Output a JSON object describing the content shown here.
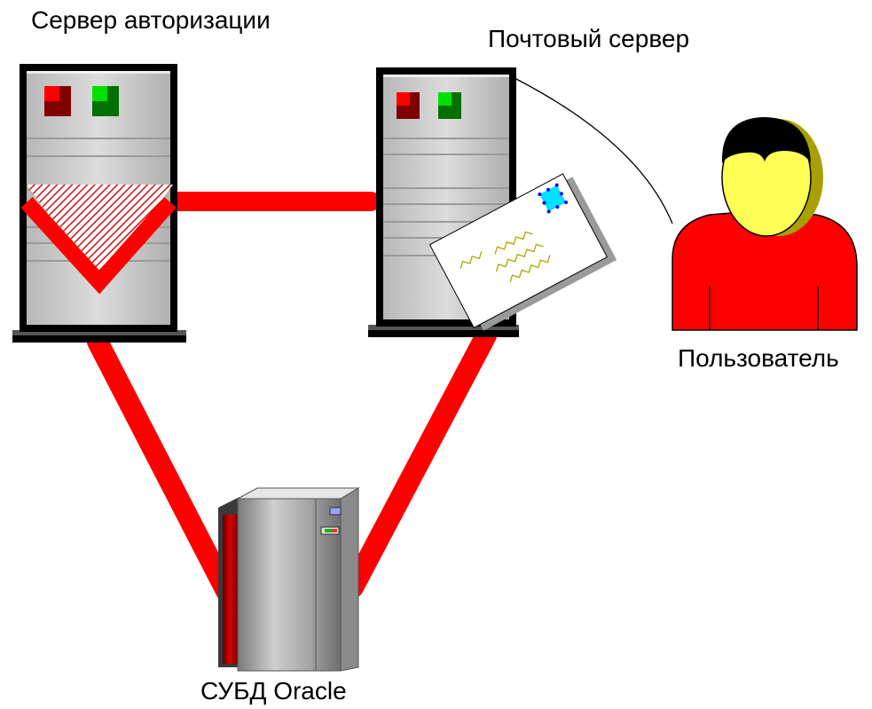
{
  "labels": {
    "auth_server": "Сервер авторизации",
    "mail_server": "Почтовый сервер",
    "user": "Пользователь",
    "database": "СУБД Oracle"
  },
  "colors": {
    "link": "#ff0000",
    "server_body": "#c8c8c8",
    "server_frame": "#000000",
    "led_red": "#ff0000",
    "led_green": "#00c000",
    "user_body": "#ff0000",
    "user_face": "#ffff55",
    "user_hair": "#000000",
    "envelope": "#ffffff",
    "stamp": "#00e0ff"
  }
}
